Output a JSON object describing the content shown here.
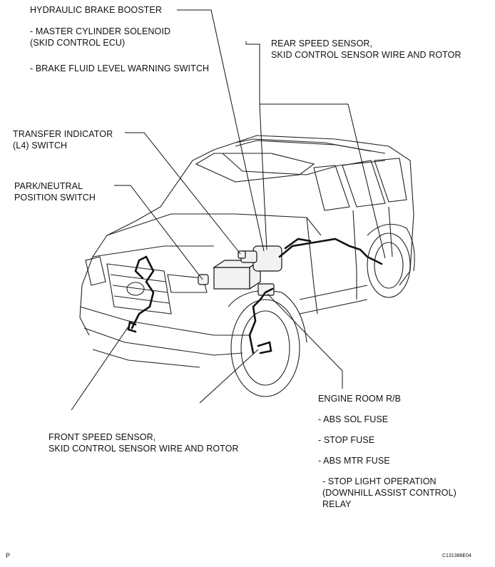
{
  "labels": {
    "brake_booster": [
      "HYDRAULIC BRAKE BOOSTER",
      "- MASTER CYLINDER SOLENOID",
      "(SKID CONTROL ECU)",
      "- BRAKE FLUID LEVEL WARNING SWITCH"
    ],
    "rear_sensor": [
      "REAR SPEED SENSOR,",
      "SKID CONTROL SENSOR WIRE AND ROTOR"
    ],
    "transfer_switch": [
      "TRANSFER INDICATOR",
      "(L4) SWITCH"
    ],
    "park_switch": [
      "PARK/NEUTRAL",
      "POSITION SWITCH"
    ],
    "front_sensor": [
      "FRONT SPEED SENSOR,",
      "SKID CONTROL SENSOR WIRE AND ROTOR"
    ],
    "engine_room": [
      "ENGINE ROOM R/B",
      "- ABS SOL FUSE",
      "- STOP FUSE",
      "- ABS MTR FUSE",
      "- STOP LIGHT OPERATION",
      "(DOWNHILL ASSIST CONTROL)",
      "RELAY"
    ]
  },
  "footer": {
    "left_mark": "P",
    "figure_code": "C131386E04"
  }
}
